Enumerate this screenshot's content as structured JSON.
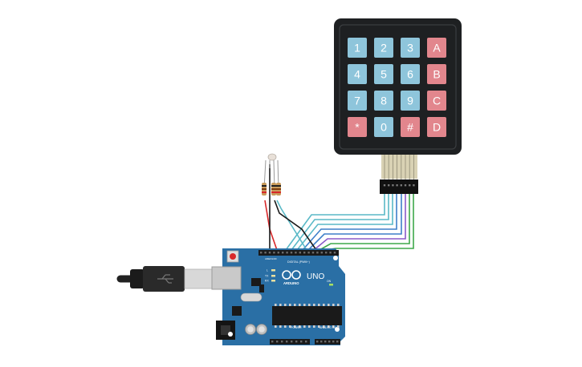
{
  "keypad": {
    "keys": [
      "1",
      "2",
      "3",
      "A",
      "4",
      "5",
      "6",
      "B",
      "7",
      "8",
      "9",
      "C",
      "*",
      "0",
      "#",
      "D"
    ],
    "digit_color": "#8ec5db",
    "letter_color": "#e2868d",
    "body_color": "#1e2022"
  },
  "arduino": {
    "logo_text": "ARDUINO",
    "model": "UNO",
    "digital_label": "DIGITAL (PWM~)",
    "power_label": "POWER",
    "analog_label": "ANALOG IN",
    "tx_label": "TX",
    "rx_label": "RX",
    "led_label": "L",
    "on_label": "ON",
    "aref_label": "AREF",
    "gnd_label": "GND",
    "board_color": "#2a6fa5"
  },
  "wire_colors": {
    "teal": "#5ab9c7",
    "blue": "#3e7fc9",
    "purple": "#8a5ac9",
    "green": "#3ea84a",
    "red": "#d8282a",
    "black": "#1a1a1a"
  }
}
